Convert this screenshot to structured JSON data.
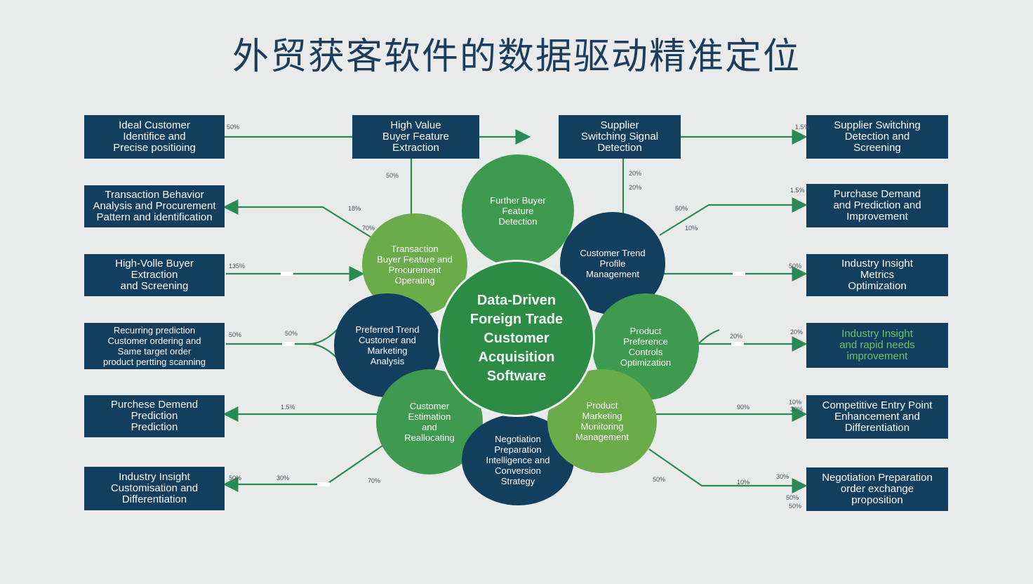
{
  "title": "外贸获客软件的数据驱动精准定位",
  "center": "Data-Driven\nForeign Trade\nCustomer Acquisition\nSoftware",
  "left_boxes": [
    "Ideal Customer\nIdentifice and\nPrecise positioing",
    "Transaction Behavior\nAnalysis and Procurement\nPattern and identification",
    "High-Volle Buyer\nExtraction\nand Screening",
    "Recurring prediction\nCustomer ordering and\nSame target order\nproduct pertting scanning",
    "Purchese Demend\nPrediction\nPrediction",
    "Industry Insight\nCustomisation and\nDifferentiation"
  ],
  "top_boxes": [
    "High Value\nBuyer Feature\nExtraction",
    "Supplier\nSwitching Signal\nDetection"
  ],
  "right_boxes": [
    "Supplier Switching\nDetection and\nScreening",
    "Purchase Demand\nand Prediction and\nImprovement",
    "Industry Insight\nMetrics\nOptimization",
    "Industry Insight\nand rapid needs\nimprovement",
    "Competitive Entry Point\nEnhancement and\nDifferentiation",
    "Negotiation Preparation\norder exchange\nproposition"
  ],
  "circles": [
    "Further Buyer\nFeature\nDetection",
    "Transaction\nBuyer Feature and\nProcurement\nOperating",
    "Customer Trend\nProfile\nManagement",
    "Preferred Trend\nCustomer and\nMarketing\nAnalysis",
    "Product\nPreference\nControls\nOptimization",
    "Customer\nEstimation\nand\nReallocating",
    "Product\nMarketing\nMonitoring\nManagement",
    "Negotiation\nPreparation\nIntelligence and\nConversion\nStrategy"
  ],
  "percents": [
    "50%",
    "50%",
    "1.5%",
    "20%",
    "18%",
    "70%",
    "135%",
    "50%",
    "1.5%",
    "10%",
    "50%",
    "50%",
    "50%",
    "20%",
    "20%",
    "1.5%",
    "90%",
    "10%",
    "50%",
    "30%",
    "70%",
    "50%",
    "10%",
    "30%",
    "50%",
    "30%",
    "20%",
    "50%"
  ],
  "colors": {
    "navy": "#123f5e",
    "green": "#3e9a4e",
    "light_green": "#6aac4a",
    "center_green": "#2c8c46",
    "line_green": "#2a8a55",
    "title": "#1d3d5c"
  }
}
